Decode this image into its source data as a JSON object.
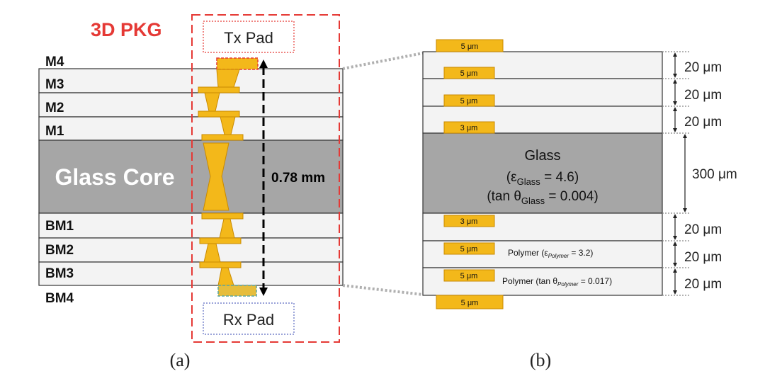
{
  "panel_a": {
    "title": "3D PKG",
    "tx_pad": "Tx Pad",
    "rx_pad": "Rx Pad",
    "core_label": "Glass Core",
    "thickness": "0.78 mm",
    "caption": "(a)",
    "layers": {
      "m4": "M4",
      "m3": "M3",
      "m2": "M2",
      "m1": "M1",
      "bm1": "BM1",
      "bm2": "BM2",
      "bm3": "BM3",
      "bm4": "BM4"
    }
  },
  "panel_b": {
    "caption": "(b)",
    "pads": {
      "top": "5 μm",
      "p1": "5 μm",
      "p2": "5 μm",
      "p3": "3 μm",
      "p4": "3 μm",
      "p5": "5 μm",
      "p6": "5 μm",
      "bottom": "5 μm"
    },
    "glass": {
      "name": "Glass",
      "eps_base": "(ε",
      "eps_sub": "Glass",
      "eps_val": " = 4.6)",
      "tan_base": "(tan θ",
      "tan_sub": "Glass",
      "tan_val": " = 0.004)"
    },
    "polymer": {
      "line1_pre": "Polymer (ε",
      "line1_sub": "Polymer",
      "line1_post": " = 3.2)",
      "line2_pre": "Polymer (tan θ",
      "line2_sub": "Polymer",
      "line2_post": " = 0.017)"
    },
    "dims": {
      "d1": "20 μm",
      "d2": "20 μm",
      "d3": "20 μm",
      "d_core": "300 μm",
      "d4": "20 μm",
      "d5": "20 μm",
      "d6": "20 μm"
    }
  },
  "colors": {
    "copper": "#f3b81a",
    "copper_edge": "#c98a00",
    "glass": "#a6a6a6",
    "layer": "#f3f3f3",
    "highlight": "#e53935"
  }
}
